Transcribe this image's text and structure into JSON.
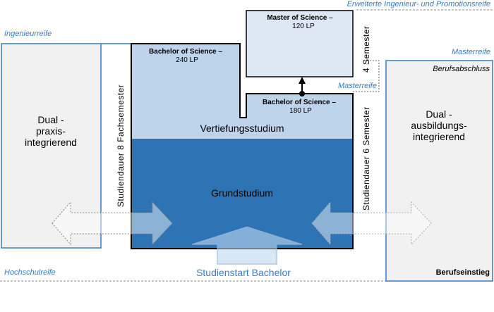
{
  "levels": {
    "hochschulreife": "Hochschulreife",
    "ingenieurreife": "Ingenieurreife",
    "masterreife_right": "Masterreife",
    "masterreife_mid": "Masterreife",
    "erweiterte": "Erweiterte Ingenieur- und Promotionsreife"
  },
  "left_track": {
    "label_lines": [
      "Dual -",
      "praxis-",
      "integrierend"
    ]
  },
  "right_track": {
    "label_lines": [
      "Dual -",
      "ausbildungs-",
      "integrierend"
    ],
    "top_label": "Berufsabschluss",
    "bottom_label": "Berufseinstieg"
  },
  "bachelor_240": {
    "title": "Bachelor of Science –",
    "credits": "240 LP"
  },
  "bachelor_180": {
    "title": "Bachelor of Science –",
    "credits": "180 LP"
  },
  "master": {
    "title": "Master of Science –",
    "credits": "120 LP"
  },
  "phases": {
    "vertiefung": "Vertiefungsstudium",
    "grund": "Grundstudium"
  },
  "durations": {
    "left": "Studiendauer  8 Fachsemester",
    "right": "Studiendauer  6 Semester",
    "master": "4 Semester"
  },
  "start_label": "Studienstart Bachelor",
  "colors": {
    "accent": "#3a7cc0",
    "grund": "#2e73b4",
    "vertiefung": "#bdd4eb",
    "master": "#dde8f4",
    "side_box": "#f1f1f1"
  }
}
